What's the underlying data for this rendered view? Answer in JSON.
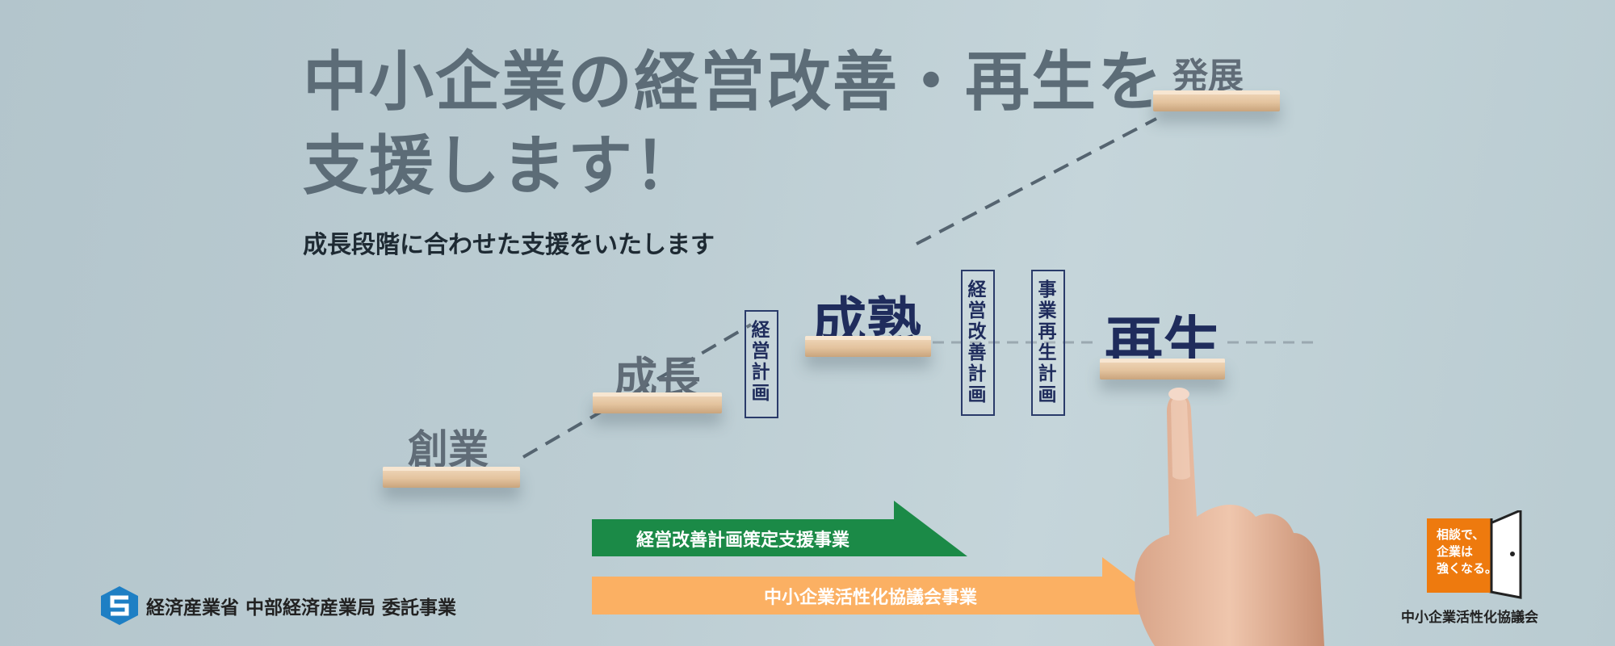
{
  "headline": {
    "line1": "中小企業の経営改善・再生を",
    "line2": "支援します！"
  },
  "subhead": "成長段階に合わせた支援をいたします",
  "stages": {
    "sogyo": "創業",
    "seicho": "成長",
    "seijuku": "成熟",
    "hatten": "発展",
    "saisei": "再生"
  },
  "plans": {
    "keiei_keikaku": "経営計画",
    "keiei_kaizen_keikaku": "経営改善計画",
    "jigyo_saisei_keikaku": "事業再生計画"
  },
  "programs": {
    "green": "経営改善計画策定支援事業",
    "orange": "中小企業活性化協議会事業"
  },
  "footer": {
    "ministry": "経済産業省 中部経済産業局 委託事業"
  },
  "logo": {
    "line1": "相談で、",
    "line2": "企業は",
    "line3": "強くなる。",
    "org": "中小企業活性化協議会"
  },
  "colors": {
    "green_arrow": "#1b8a47",
    "orange_arrow": "#fbb063",
    "navy": "#1f2c5c",
    "gray_text": "#5c6c77",
    "logo_orange": "#ee7a0e"
  }
}
